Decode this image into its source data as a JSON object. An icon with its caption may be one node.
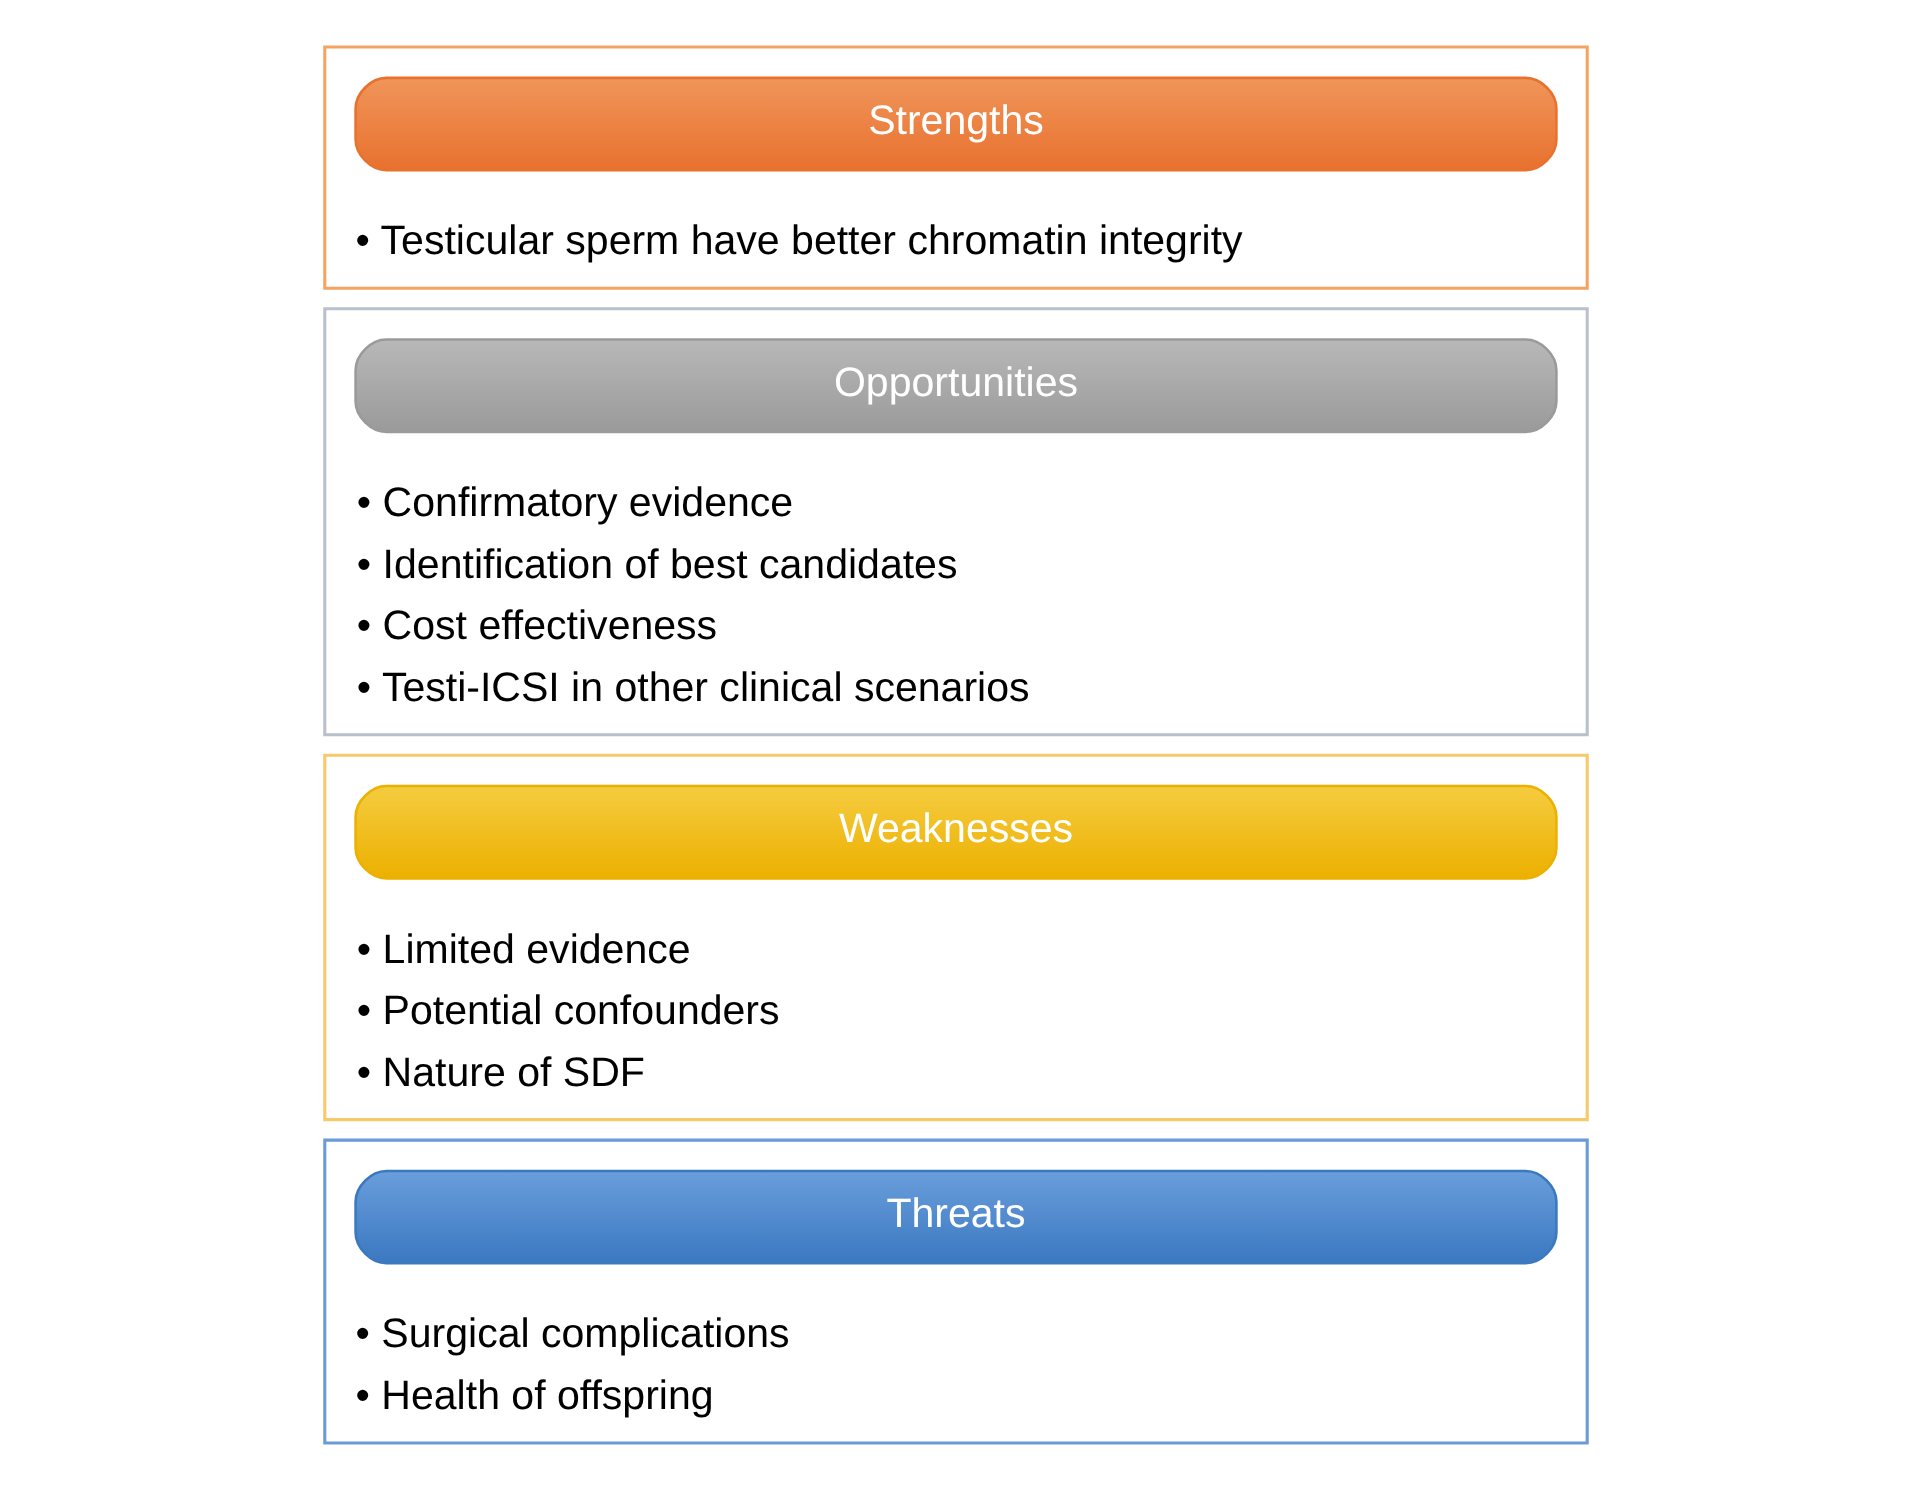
{
  "diagram": {
    "nodes": [
      {
        "text": [
          "• Testicular sperm have better chromatin integrity"
        ]
      },
      {
        "text": [
          "Strengths"
        ],
        "in": 0
      },
      {
        "text": [
          "• Confirmatory evidence",
          "• Identification of best candidates",
          "• Cost effectiveness",
          "• Testi-ICSI in other clinical scenarios"
        ]
      },
      {
        "text": [
          "Opportunities"
        ],
        "in": 2
      },
      {
        "text": [
          "• Limited evidence",
          "• Potential confounders",
          "• Nature of SDF"
        ]
      },
      {
        "text": [
          "Weaknesses"
        ],
        "in": 4
      },
      {
        "text": [
          "• Surgical complications",
          "• Health of offspring"
        ]
      },
      {
        "text": [
          "Threats"
        ],
        "in": 6
      }
    ],
    "edges": []
  }
}
